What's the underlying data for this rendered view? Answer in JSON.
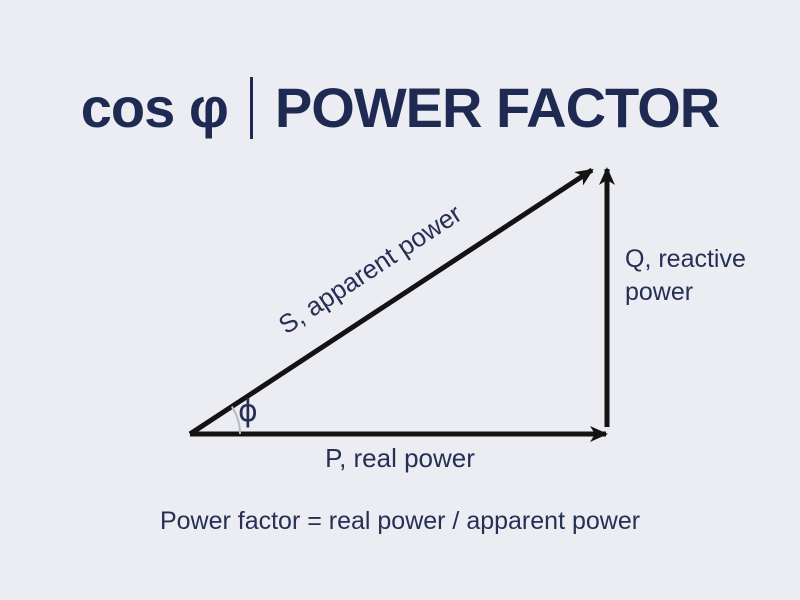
{
  "page": {
    "background_color": "#ECEDF2",
    "title_color": "#1E2A52",
    "label_color": "#262F55",
    "line_color": "#131313",
    "arc_color": "#B8BAC3"
  },
  "header": {
    "title_left": "cos φ",
    "title_right": "POWER FACTOR"
  },
  "diagram": {
    "hypotenuse_label": "S, apparent power",
    "vertical_label": "Q, reactive power",
    "horizontal_label": "P, real power",
    "angle_label": "ϕ"
  },
  "caption": "Power factor = real power / apparent power"
}
